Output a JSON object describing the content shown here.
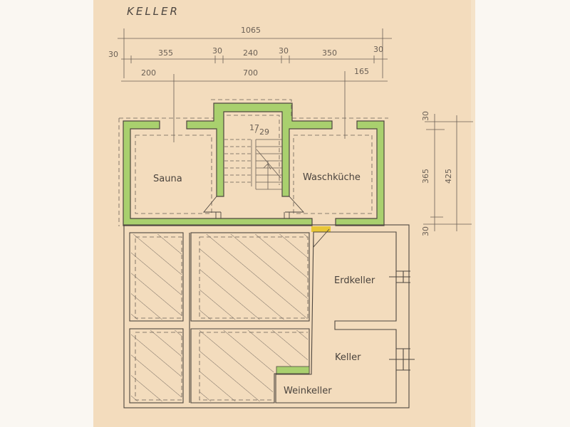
{
  "plan": {
    "title": "KELLER",
    "colors": {
      "paper": "#f3dcbd",
      "wall_green": "#a9d06e",
      "line": "#4e463f",
      "door_yellow": "#e8c636",
      "hatch": "#6a6058"
    },
    "dimensions_horizontal": {
      "overall": "1065",
      "row1": [
        "30",
        "355",
        "30",
        "240",
        "30",
        "350",
        "30"
      ],
      "row2": [
        "200",
        "700",
        "165"
      ]
    },
    "dimensions_vertical": {
      "inner": [
        "30",
        "365",
        "30"
      ],
      "outer": "425"
    },
    "stair_label": "17/29",
    "stair_num": "17",
    "stair_den": "29",
    "rooms": [
      {
        "name": "Sauna"
      },
      {
        "name": "Waschküche"
      },
      {
        "name": "Erdkeller"
      },
      {
        "name": "Keller"
      },
      {
        "name": "Weinkeller"
      }
    ]
  }
}
